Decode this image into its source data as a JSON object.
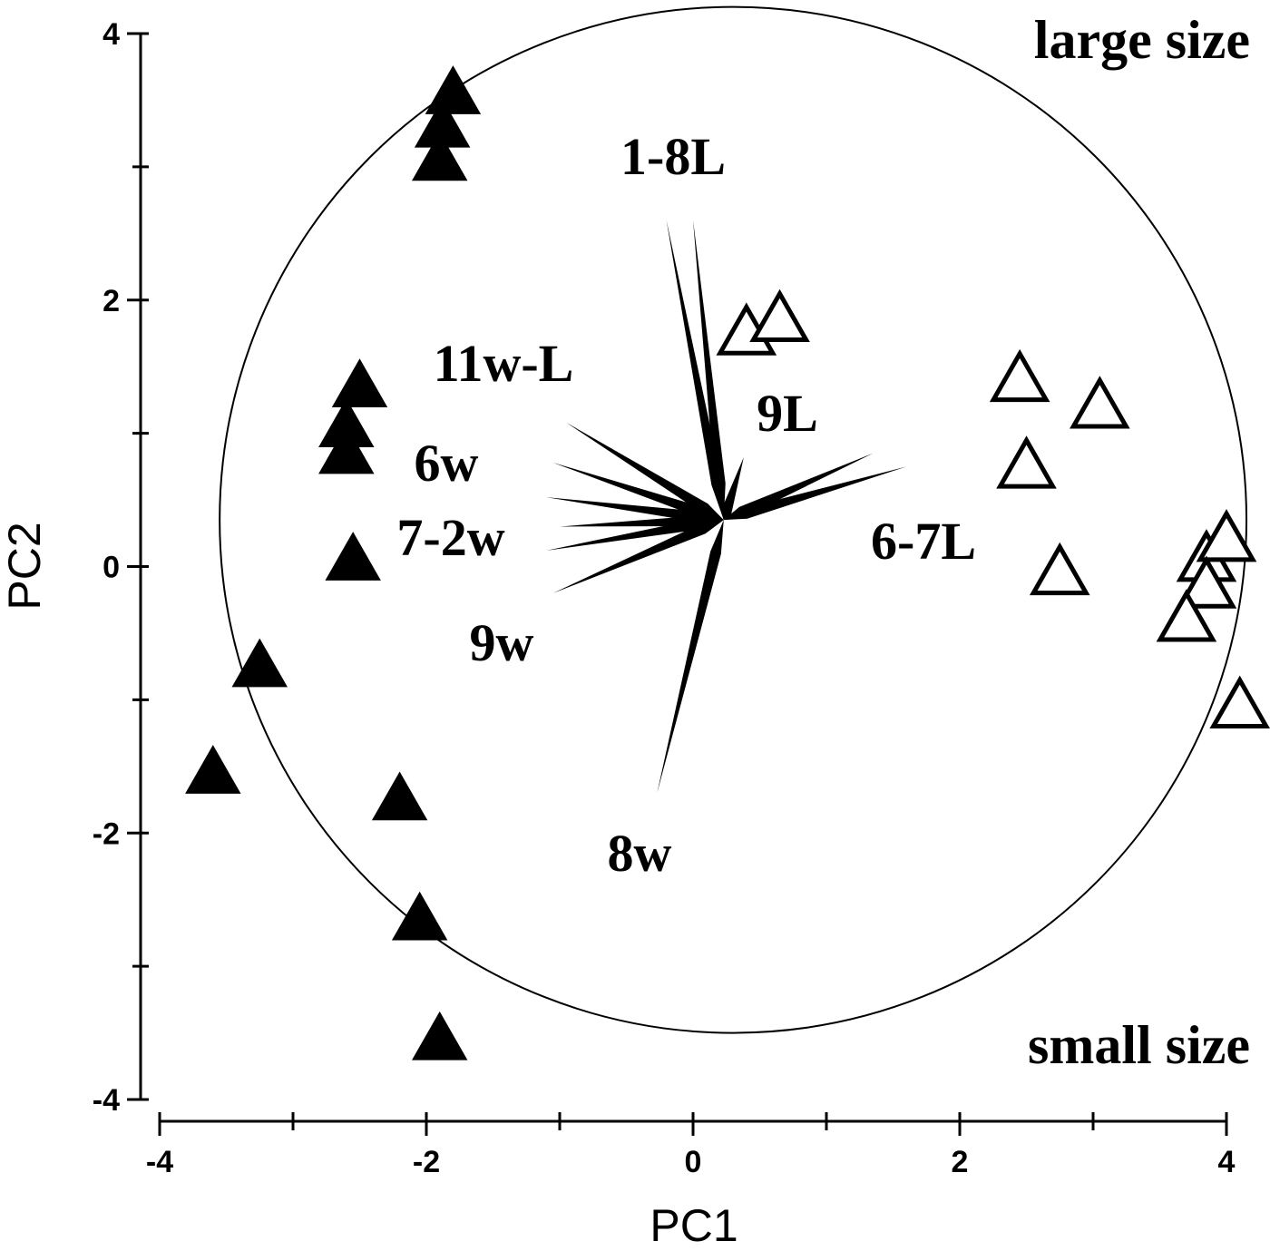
{
  "chart_data": {
    "type": "scatter",
    "xlabel": "PC1",
    "ylabel": "PC2",
    "xlim": [
      -4,
      4
    ],
    "ylim": [
      -4,
      4
    ],
    "xticks": [
      "-4",
      "-2",
      "0",
      "2",
      "4"
    ],
    "yticks": [
      "-4",
      "-2",
      "0",
      "2",
      "4"
    ],
    "grid": false,
    "annotations": {
      "top": "large size",
      "bottom": "small size"
    },
    "series": [
      {
        "marker": "filled-triangle",
        "color": "#000000",
        "points": [
          [
            -1.8,
            3.55
          ],
          [
            -1.88,
            3.3
          ],
          [
            -1.9,
            3.05
          ],
          [
            -2.5,
            1.35
          ],
          [
            -2.6,
            1.05
          ],
          [
            -2.6,
            0.85
          ],
          [
            -2.55,
            0.05
          ],
          [
            -3.25,
            -0.75
          ],
          [
            -3.6,
            -1.55
          ],
          [
            -2.2,
            -1.75
          ],
          [
            -2.05,
            -2.65
          ],
          [
            -1.9,
            -3.55
          ]
        ]
      },
      {
        "marker": "open-triangle",
        "color": "#000000",
        "points": [
          [
            0.4,
            1.75
          ],
          [
            0.65,
            1.85
          ],
          [
            2.45,
            1.4
          ],
          [
            3.05,
            1.2
          ],
          [
            2.5,
            0.75
          ],
          [
            2.75,
            -0.05
          ],
          [
            3.85,
            0.05
          ],
          [
            4.0,
            0.2
          ],
          [
            3.85,
            -0.15
          ],
          [
            3.7,
            -0.4
          ],
          [
            4.1,
            -1.05
          ]
        ]
      }
    ],
    "circle": {
      "center": [
        0.3,
        0.35
      ],
      "radius": 3.85
    },
    "loadings_origin": [
      0.23,
      0.35
    ],
    "loadings": [
      {
        "label": "1-8L",
        "tips": [
          [
            -0.2,
            2.6
          ],
          [
            0.0,
            2.6
          ]
        ]
      },
      {
        "label": "11w-L",
        "tips": [
          [
            -0.95,
            1.08
          ]
        ]
      },
      {
        "label": "6w",
        "tips": [
          [
            -1.05,
            0.78
          ]
        ]
      },
      {
        "label": "7-2w",
        "tips": [
          [
            -1.1,
            0.52
          ],
          [
            -1.0,
            0.3
          ],
          [
            -1.1,
            0.12
          ]
        ]
      },
      {
        "label": "9w",
        "tips": [
          [
            -1.05,
            -0.2
          ]
        ]
      },
      {
        "label": "9L",
        "tips": [
          [
            0.38,
            0.82
          ]
        ]
      },
      {
        "label": "6-7L",
        "tips": [
          [
            1.35,
            0.85
          ],
          [
            1.6,
            0.75
          ]
        ]
      },
      {
        "label": "8w",
        "tips": [
          [
            -0.27,
            -1.7
          ]
        ]
      }
    ]
  }
}
